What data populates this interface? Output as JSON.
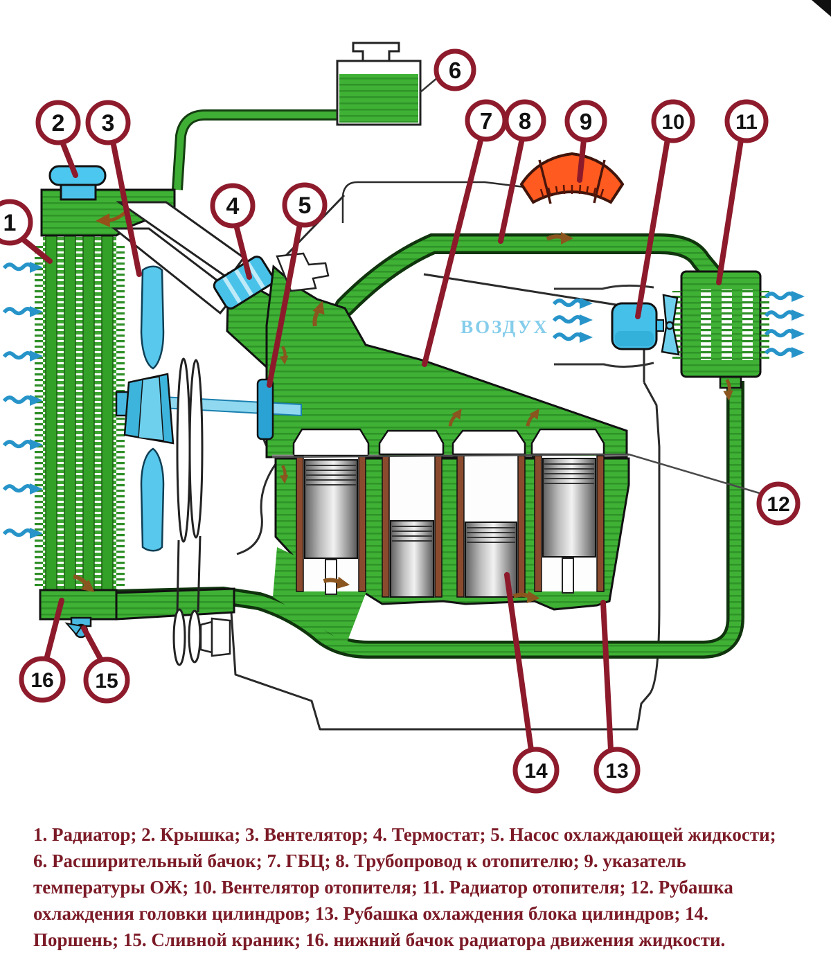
{
  "air_flow_label": "ВОЗДУХ",
  "callouts": {
    "c1": {
      "label": "1"
    },
    "c2": {
      "label": "2"
    },
    "c3": {
      "label": "3"
    },
    "c4": {
      "label": "4"
    },
    "c5": {
      "label": "5"
    },
    "c6": {
      "label": "6"
    },
    "c7": {
      "label": "7"
    },
    "c8": {
      "label": "8"
    },
    "c9": {
      "label": "9"
    },
    "c10": {
      "label": "10"
    },
    "c11": {
      "label": "11"
    },
    "c12": {
      "label": "12"
    },
    "c13": {
      "label": "13"
    },
    "c14": {
      "label": "14"
    },
    "c15": {
      "label": "15"
    },
    "c16": {
      "label": "16"
    }
  },
  "legend": {
    "lines": [
      "1. Радиатор; 2. Крышка; 3. Вентелятор; 4. Термостат; 5. Насос охлаждающей жидкости;",
      "6. Расширительный бачок; 7. ГБЦ; 8. Трубопровод к отопителю; 9. указатель",
      "температуры ОЖ; 10. Вентелятор отопителя; 11. Радиатор отопителя; 12. Рубашка",
      "охлаждения головки цилиндров; 13. Рубашка охлаждения блока цилиндров; 14.",
      "Поршень; 15. Сливной краник; 16. нижний бачок радиатора движения жидкости."
    ],
    "items": [
      {
        "number": "1",
        "label": "Радиатор"
      },
      {
        "number": "2",
        "label": "Крышка"
      },
      {
        "number": "3",
        "label": "Вентелятор"
      },
      {
        "number": "4",
        "label": "Термостат"
      },
      {
        "number": "5",
        "label": "Насос охлаждающей жидкости"
      },
      {
        "number": "6",
        "label": "Расширительный бачок"
      },
      {
        "number": "7",
        "label": "ГБЦ"
      },
      {
        "number": "8",
        "label": "Трубопровод к отопителю"
      },
      {
        "number": "9",
        "label": "указатель температуры ОЖ"
      },
      {
        "number": "10",
        "label": "Вентелятор отопителя"
      },
      {
        "number": "11",
        "label": "Радиатор отопителя"
      },
      {
        "number": "12",
        "label": "Рубашка охлаждения головки цилиндров"
      },
      {
        "number": "13",
        "label": "Рубашка охлаждения блока цилиндров"
      },
      {
        "number": "14",
        "label": "Поршень"
      },
      {
        "number": "15",
        "label": "Сливной краник"
      },
      {
        "number": "16",
        "label": "нижний бачок радиатора движения жидкости"
      }
    ]
  },
  "colors": {
    "coolant_green": "#3fae35",
    "component_blue": "#4cc2ea",
    "callout_red": "#8e1b2c",
    "gauge_orange": "#ff5a1f",
    "legend_text": "#7b1a26",
    "air_text_blue": "#85cdeb"
  }
}
